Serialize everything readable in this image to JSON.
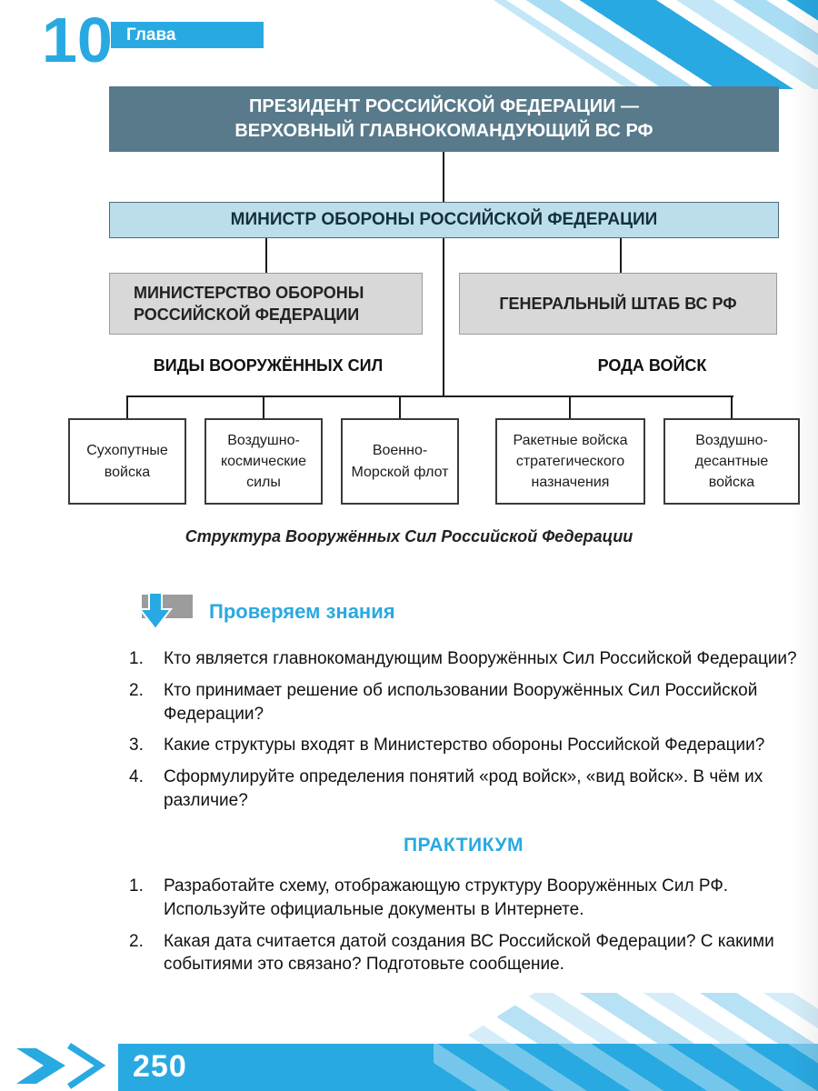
{
  "header": {
    "chapter_number": "10",
    "chapter_label": "Глава"
  },
  "footer": {
    "page_number": "250"
  },
  "diagram": {
    "caption": "Структура Вооружённых Сил Российской Федерации",
    "nodes": {
      "president_line1": "ПРЕЗИДЕНТ РОССИЙСКОЙ ФЕДЕРАЦИИ —",
      "president_line2": "ВЕРХОВНЫЙ ГЛАВНОКОМАНДУЮЩИЙ ВС РФ",
      "minister": "МИНИСТР ОБОРОНЫ РОССИЙСКОЙ ФЕДЕРАЦИИ",
      "ministry": "МИНИСТЕРСТВО ОБОРОНЫ РОССИЙСКОЙ ФЕДЕРАЦИИ",
      "general_staff": "ГЕНЕРАЛЬНЫЙ ШТАБ ВС РФ"
    },
    "group_labels": {
      "services": "ВИДЫ ВООРУЖЁННЫХ СИЛ",
      "branches": "РОДА ВОЙСК"
    },
    "leaves": [
      "Сухопутные войска",
      "Воздушно-космические силы",
      "Военно-Морской флот",
      "Ракетные войска стратегического назначения",
      "Воздушно-десантные войска"
    ]
  },
  "check_knowledge": {
    "heading": "Проверяем знания",
    "icon": "down-arrow-icon",
    "numbers": [
      "1.",
      "2.",
      "3.",
      "4."
    ],
    "items": [
      "Кто является главнокомандующим Вооружённых Сил Российской Федерации?",
      "Кто принимает решение об использовании Вооружённых Сил Российской Федерации?",
      "Какие структуры входят в Министерство обороны Российской Федерации?",
      "Сформулируйте определения понятий «род войск», «вид войск». В чём их различие?"
    ]
  },
  "practicum": {
    "heading": "ПРАКТИКУМ",
    "numbers": [
      "1.",
      "2."
    ],
    "items": [
      "Разработайте схему, отображающую структуру Вооружённых Сил РФ. Используйте официальные документы в Интернете.",
      "Какая дата считается датой создания ВС Российской Федерации? С какими событиями это связано? Подготовьте сообщение."
    ]
  },
  "colors": {
    "accent": "#29a9e1",
    "president_box": "#587a8b",
    "minister_box": "#bcdeea",
    "gray_box": "#d8d8d8",
    "stripe_light": "#a9ddf4"
  }
}
